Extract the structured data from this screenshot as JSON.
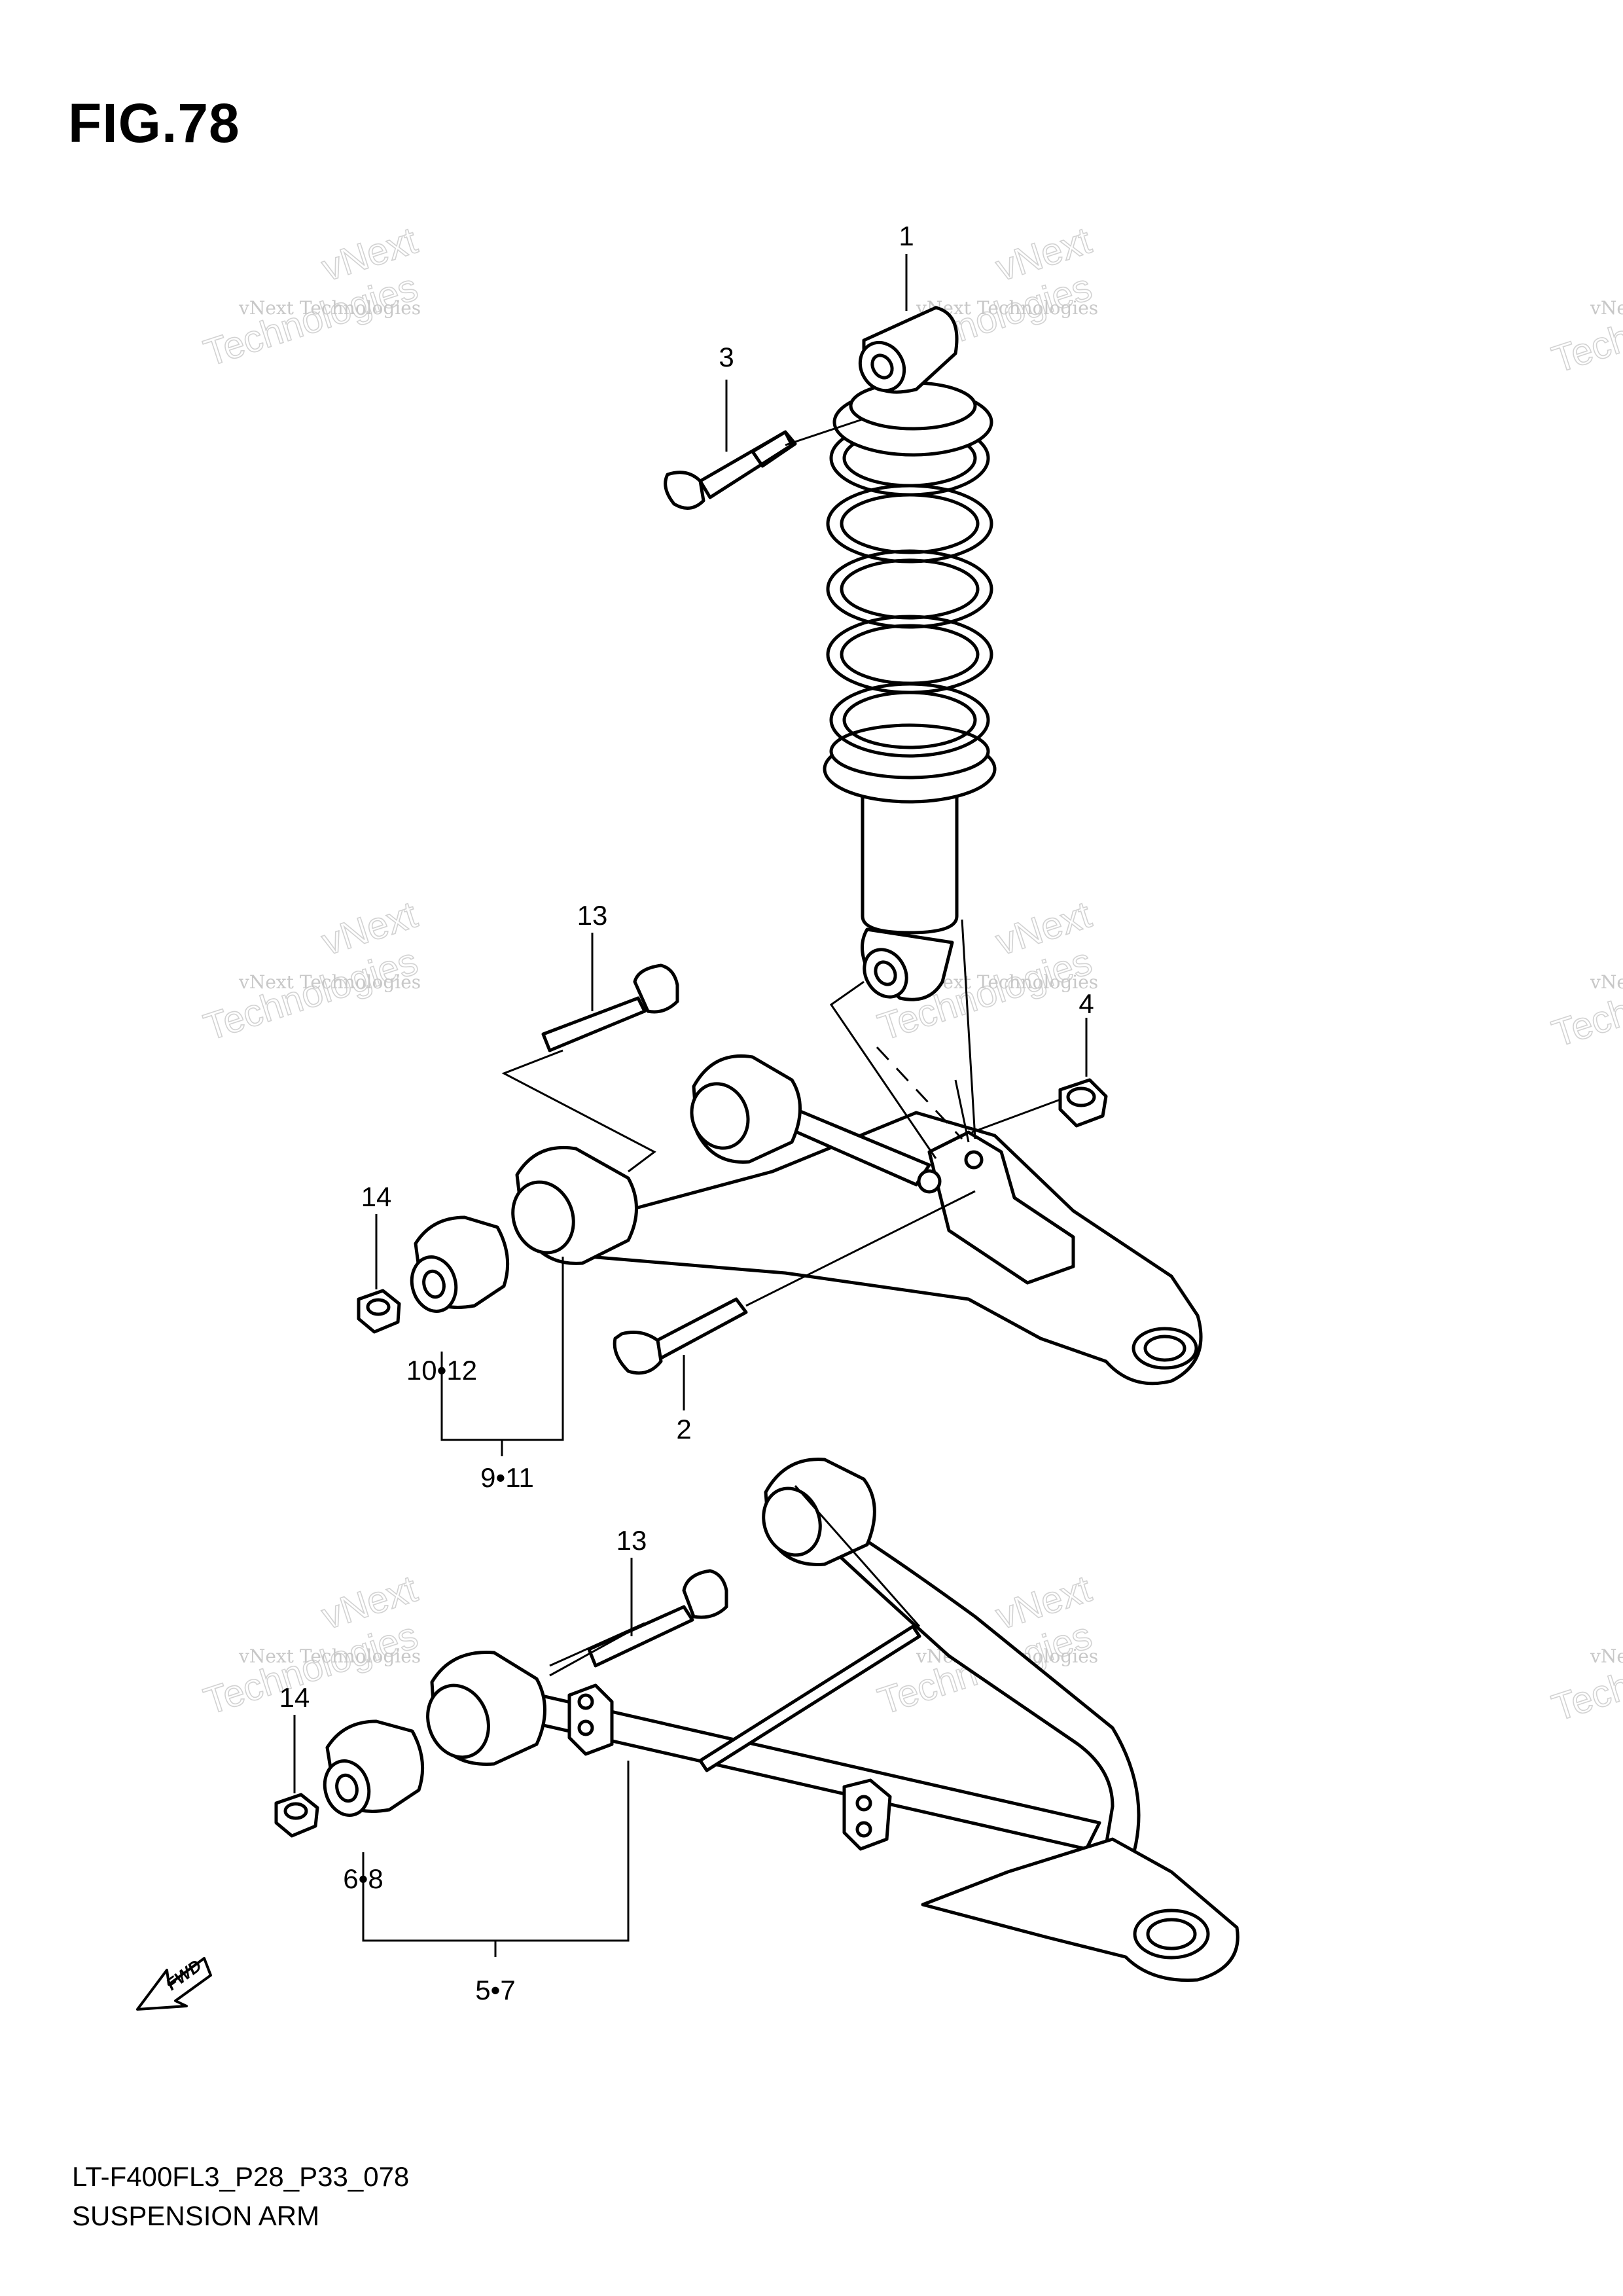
{
  "figure": {
    "title": "FIG.78"
  },
  "footer": {
    "code": "LT-F400FL3_P28_P33_078",
    "name": "SUSPENSION ARM"
  },
  "watermark": {
    "line1": "vNext Technologies",
    "line2": "Technologies",
    "line3": "vNext"
  },
  "fwd_label": "FWD",
  "callouts": {
    "c1": "1",
    "c2": "2",
    "c3": "3",
    "c4": "4",
    "c13a": "13",
    "c14a": "14",
    "c10_12": "10•12",
    "c9_11": "9•11",
    "c13b": "13",
    "c14b": "14",
    "c6_8": "6•8",
    "c5_7": "5•7"
  }
}
